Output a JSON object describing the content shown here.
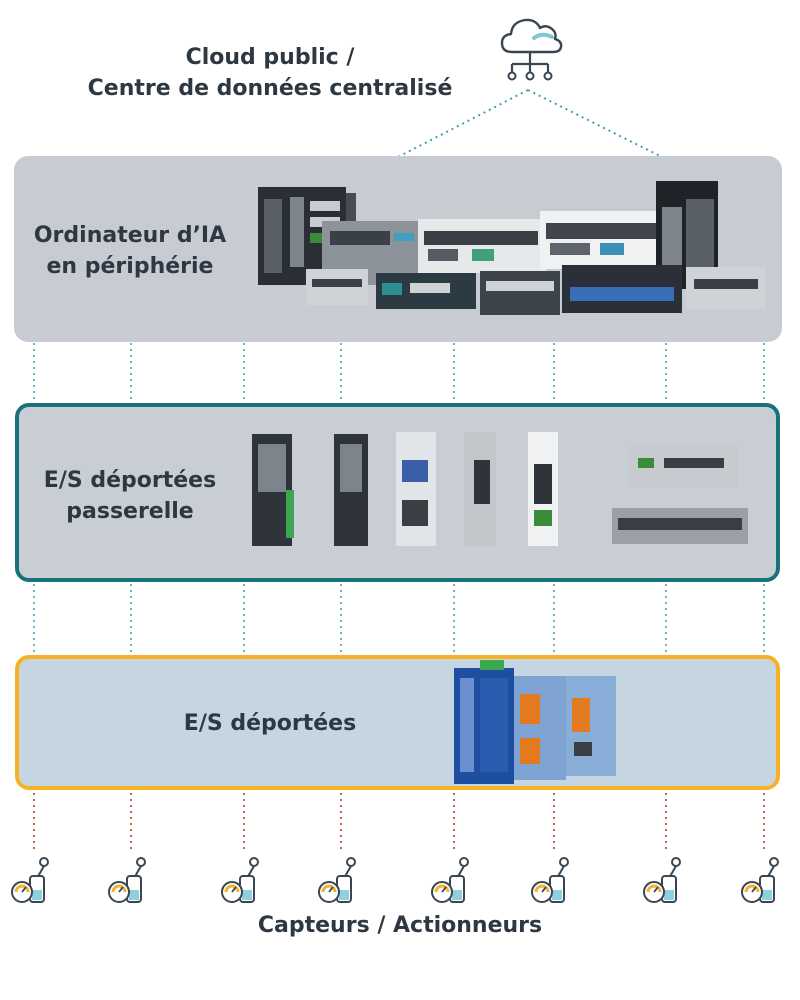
{
  "cloud": {
    "title": "Cloud public /\nCentre de données centralisé",
    "icon": "cloud-network-icon"
  },
  "tiers": {
    "edge": {
      "label": "Ordinateur d’IA\nen périphérie",
      "border": "none",
      "background": "#c8ccd2"
    },
    "gateway": {
      "label": "E/S déportées\npasserelle",
      "border": "#17727a",
      "background": "#c9ced4"
    },
    "remote": {
      "label": "E/S déportées",
      "border": "#f7b223",
      "background": "#c6d5e2"
    }
  },
  "sensors": {
    "label": "Capteurs / Actionneurs",
    "icon": "sensor-gauge-icon",
    "count": 8
  },
  "colors": {
    "link_teal": "#3aa7b4",
    "link_red": "#b5402a",
    "cloud_line": "#3f9fb0"
  }
}
